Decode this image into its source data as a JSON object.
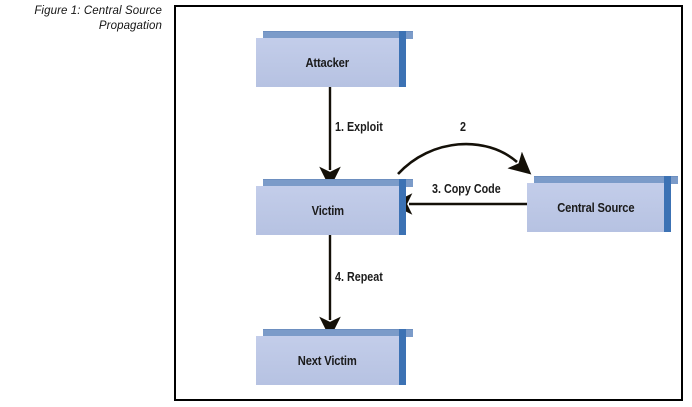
{
  "figure": {
    "caption": "Figure 1: Central Source Propagation"
  },
  "diagram": {
    "title": "Central Source Propagation",
    "nodes": [
      {
        "id": "attacker",
        "label": "Attacker"
      },
      {
        "id": "victim",
        "label": "Victim"
      },
      {
        "id": "central-source",
        "label": "Central Source"
      },
      {
        "id": "next-victim",
        "label": "Next Victim"
      }
    ],
    "edges": [
      {
        "id": "exploit",
        "label": "1. Exploit",
        "from": "attacker",
        "to": "victim",
        "style": "straight-down"
      },
      {
        "id": "request",
        "label": "2",
        "from": "victim",
        "to": "central-source",
        "style": "curved-arc"
      },
      {
        "id": "copy-code",
        "label": "3. Copy Code",
        "from": "central-source",
        "to": "victim",
        "style": "straight-left"
      },
      {
        "id": "repeat",
        "label": "4. Repeat",
        "from": "victim",
        "to": "next-victim",
        "style": "straight-down"
      }
    ],
    "colors": {
      "box_face": "#bcc7e5",
      "box_top": "#7b9bc9",
      "box_side": "#3c72b4",
      "arrow": "#141008",
      "frame": "#000000",
      "background": "#ffffff"
    }
  }
}
